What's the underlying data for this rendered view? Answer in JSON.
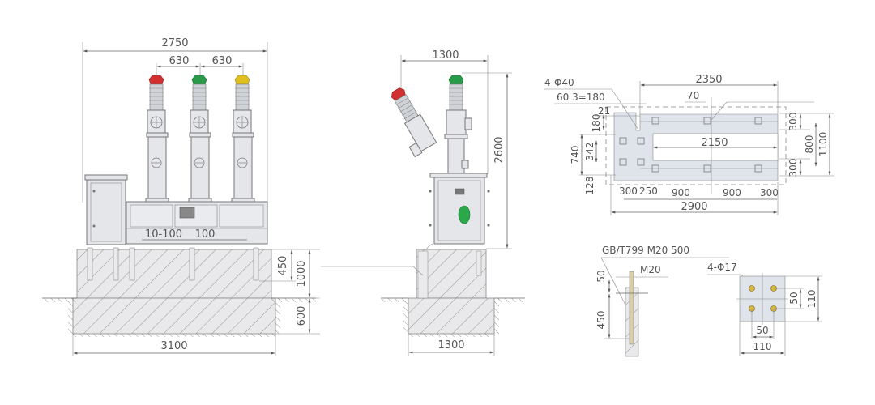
{
  "drawing": {
    "title": "Outdoor vacuum circuit breaker installation dimension drawing",
    "colors": {
      "phase_a": "#d03030",
      "phase_b": "#2a9a4a",
      "phase_c": "#e0c020",
      "indicator": "#2aa84a",
      "line": "#666666",
      "body_fill": "#e4e6ea"
    }
  },
  "front_view": {
    "overall_width": "2750",
    "phase_spacing_1": "630",
    "phase_spacing_2": "630",
    "adjust_range": "10-100",
    "adjust_offset": "100",
    "bolt_depth": "450",
    "pedestal_height": "1000",
    "foundation_depth": "600",
    "foundation_width": "3100"
  },
  "side_view": {
    "overall_width": "1300",
    "overall_height": "2600",
    "foundation_width": "1300"
  },
  "plan_view": {
    "hole_spec": "4-Φ40",
    "hole_pitch": "60  3=180",
    "dim_21": "21",
    "dim_70": "70",
    "dim_180": "180",
    "dim_740": "740",
    "dim_342": "342",
    "dim_128": "128",
    "dim_2350": "2350",
    "dim_2150": "2150",
    "dim_300_right_top": "300",
    "dim_300_right_bottom": "300",
    "dim_800": "800",
    "dim_1100": "1100",
    "bottom_300": "300",
    "bottom_250": "250",
    "bottom_900_a": "900",
    "bottom_900_b": "900",
    "bottom_300_b": "300",
    "dim_2900": "2900"
  },
  "anchor_bolt_detail": {
    "spec": "GB/T799 M20  500",
    "thread": "M20",
    "dim_50": "50",
    "dim_450": "450"
  },
  "base_plate_detail": {
    "hole_spec": "4-Φ17",
    "hole_pitch_v": "50",
    "plate_height": "110",
    "hole_pitch_h": "50",
    "plate_width": "110"
  }
}
